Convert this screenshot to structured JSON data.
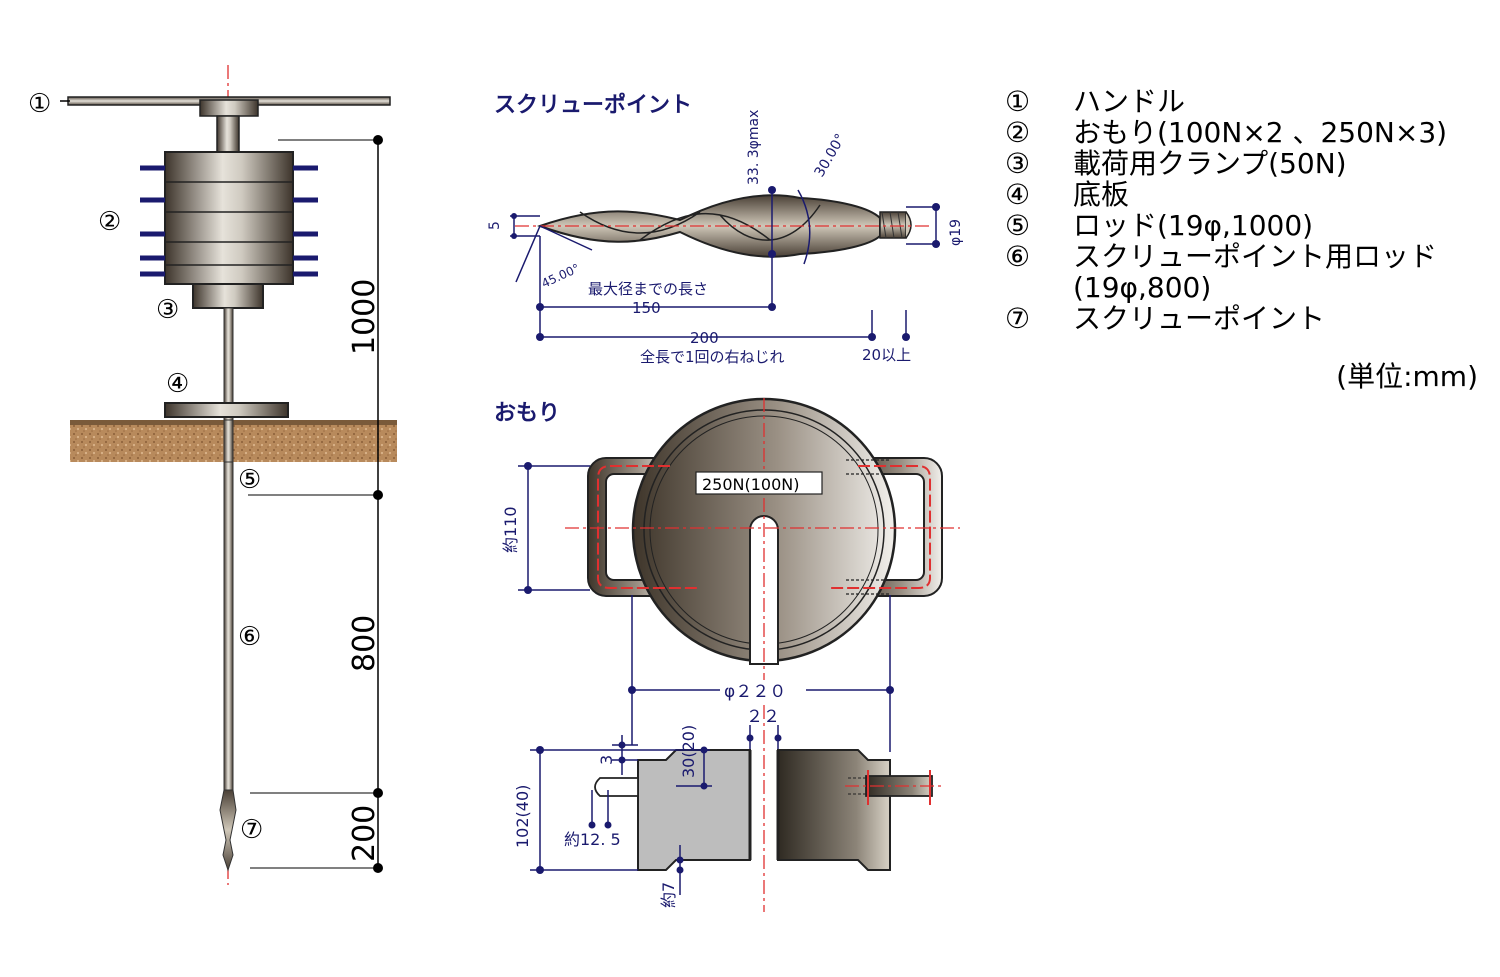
{
  "sections": {
    "screw_point_title": "スクリューポイント",
    "weight_title": "おもり"
  },
  "callouts": {
    "handle": "①",
    "weights": "②",
    "clamp": "③",
    "base_plate": "④",
    "rod": "⑤",
    "screw_rod": "⑥",
    "screw_point": "⑦"
  },
  "main_dims": {
    "d1000": "1000",
    "d800": "800",
    "d200": "200"
  },
  "screw_dims": {
    "d5": "5",
    "max_dia": "33. 3φmax",
    "angle30": "30.00°",
    "phi19": "φ19",
    "angle45": "45.00°",
    "max_len_label": "最大径までの長さ",
    "d150": "150",
    "d200": "200",
    "full_twist": "全長で1回の右ねじれ",
    "d20": "20以上"
  },
  "weight_dims": {
    "label_250": "250N(100N)",
    "approx110": "約110",
    "phi220": "φ２２０",
    "d22": "２２",
    "d3": "3",
    "d30": "30(20)",
    "d102": "102(40)",
    "approx12_5": "約12. 5",
    "approx7": "約7"
  },
  "legend": [
    {
      "num": "①",
      "text": "ハンドル"
    },
    {
      "num": "②",
      "text": "おもり(100N×2 、250N×3)"
    },
    {
      "num": "③",
      "text": "載荷用クランプ(50N)"
    },
    {
      "num": "④",
      "text": "底板"
    },
    {
      "num": "⑤",
      "text": "ロッド(19φ,1000)"
    },
    {
      "num": "⑥",
      "text": "スクリューポイント用ロッド"
    },
    {
      "num": "",
      "text": "(19φ,800)"
    },
    {
      "num": "⑦",
      "text": "スクリューポイント"
    }
  ],
  "unit_note": "(単位:mm)",
  "colors": {
    "dimension": "#1a1a6e",
    "centerline": "#e03030",
    "soil": "#b8885a",
    "metal_dark": "#4a4036",
    "metal_light": "#d8d4cc"
  }
}
